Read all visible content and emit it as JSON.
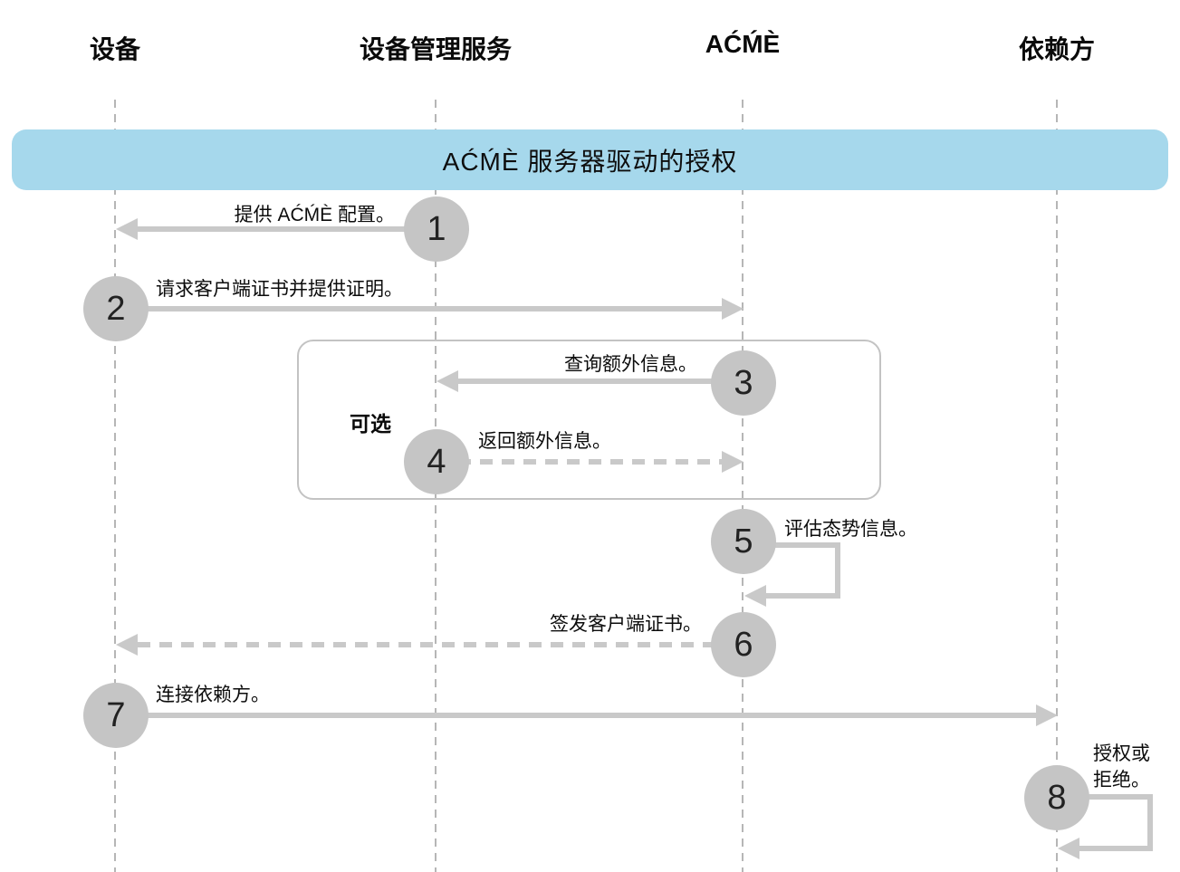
{
  "diagram": {
    "type": "sequence-diagram",
    "title": "AĆḾÈ 服务器驱动的授权",
    "actors": [
      {
        "name": "设备"
      },
      {
        "name": "设备管理服务"
      },
      {
        "name": "AĆḾÈ"
      },
      {
        "name": "依赖方"
      }
    ],
    "optional_group": {
      "label": "可选",
      "contains_steps": [
        "3",
        "4"
      ]
    },
    "steps": [
      {
        "number": "1",
        "label": "提供 AĆḾÈ 配置。",
        "from": "设备管理服务",
        "to": "设备",
        "line": "solid"
      },
      {
        "number": "2",
        "label": "请求客户端证书并提供证明。",
        "from": "设备",
        "to": "AĆḾÈ",
        "line": "solid"
      },
      {
        "number": "3",
        "label": "查询额外信息。",
        "from": "AĆḾÈ",
        "to": "设备管理服务",
        "line": "solid"
      },
      {
        "number": "4",
        "label": "返回额外信息。",
        "from": "设备管理服务",
        "to": "AĆḾÈ",
        "line": "dashed"
      },
      {
        "number": "5",
        "label": "评估态势信息。",
        "from": "AĆḾÈ",
        "to": "AĆḾÈ",
        "line": "self-loop"
      },
      {
        "number": "6",
        "label": "签发客户端证书。",
        "from": "AĆḾÈ",
        "to": "设备",
        "line": "dashed"
      },
      {
        "number": "7",
        "label": "连接依赖方。",
        "from": "设备",
        "to": "依赖方",
        "line": "solid"
      },
      {
        "number": "8",
        "label": "授权或拒绝。",
        "from": "依赖方",
        "to": "依赖方",
        "line": "self-loop"
      }
    ],
    "colors": {
      "banner_blue": "#a6d8ec",
      "arrow_gray": "#c9c9c9",
      "badge_gray": "#c5c5c5",
      "lifeline_gray": "#b6b6b6",
      "box_border_gray": "#c3c3c3",
      "text_black": "#0a0a0a"
    }
  }
}
